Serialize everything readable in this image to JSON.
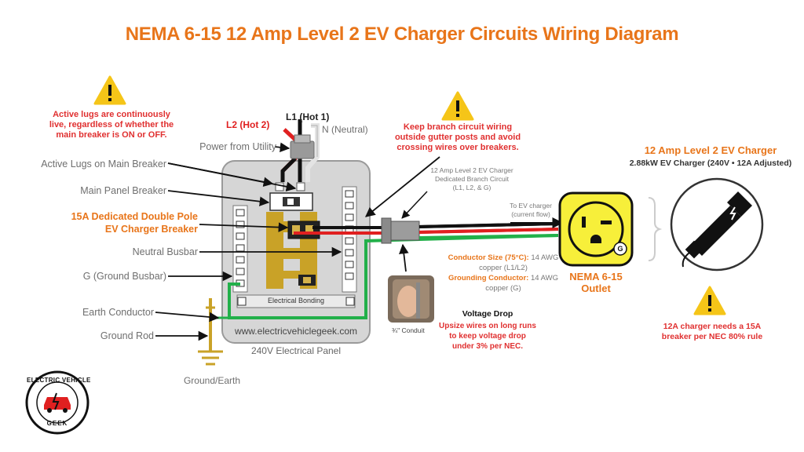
{
  "title": "NEMA 6-15 12 Amp Level 2 EV Charger Circuits Wiring Diagram",
  "warnings": {
    "lugs": [
      "Active lugs are continuously",
      "live, regardless of whether the",
      "main breaker is ON or OFF."
    ],
    "routing": [
      "Keep branch circuit wiring",
      "outside gutter posts and avoid",
      "crossing wires over breakers."
    ],
    "voltage_drop_title": "Voltage Drop",
    "voltage_drop": [
      "Upsize wires on long runs",
      "to keep voltage drop",
      "under 3% per NEC."
    ],
    "breaker_rule": [
      "12A charger needs a 15A",
      "breaker per NEC 80% rule"
    ]
  },
  "labels": {
    "l1": "L1 (Hot 1)",
    "l2": "L2 (Hot 2)",
    "neutral": "N (Neutral)",
    "power_from_utility": "Power from Utility",
    "active_lugs": "Active Lugs on Main Breaker",
    "main_breaker": "Main Panel Breaker",
    "ev_breaker_line1": "15A Dedicated Double Pole",
    "ev_breaker_line2": "EV Charger Breaker",
    "neutral_busbar": "Neutral Busbar",
    "ground_busbar": "G (Ground Busbar)",
    "earth_conductor": "Earth Conductor",
    "ground_rod": "Ground Rod",
    "ground_earth": "Ground/Earth",
    "electrical_bonding": "Electrical Bonding",
    "website": "www.electricvehiclegeek.com",
    "panel_name": "240V Electrical Panel",
    "conduit": "¾\" Conduit",
    "branch_circuit": [
      "12 Amp Level 2 EV Charger",
      "Dedicated Branch Circuit",
      "(L1, L2, & G)"
    ],
    "to_ev_charger": [
      "To EV charger",
      "(current flow)"
    ],
    "conductor_size_label": "Conductor Size (75°C):",
    "conductor_size_value": "14 AWG",
    "conductor_size_value2": "copper (L1/L2)",
    "grounding_label": "Grounding Conductor:",
    "grounding_value": "14 AWG",
    "grounding_value2": "copper (G)",
    "outlet_line1": "NEMA 6-15",
    "outlet_line2": "Outlet",
    "outlet_g": "G",
    "charger_title": "12 Amp Level 2 EV Charger",
    "charger_subtitle": "2.88kW EV Charger (240V • 12A Adjusted)"
  },
  "logo": {
    "top_text": "ELECTRIC VEHICLE",
    "bottom_text": "GEEK"
  },
  "colors": {
    "title": "#e8751a",
    "warning_text": "#e03030",
    "hot_black": "#111111",
    "hot_red": "#e02020",
    "ground_green": "#22b04a",
    "outlet_yellow": "#f7ef3a",
    "warning_yellow": "#f5c518",
    "busbar_gold": "#c9a227"
  },
  "icons": [
    "warning-icon",
    "ev-plug-icon",
    "conduit-photo",
    "logo-car-icon"
  ]
}
